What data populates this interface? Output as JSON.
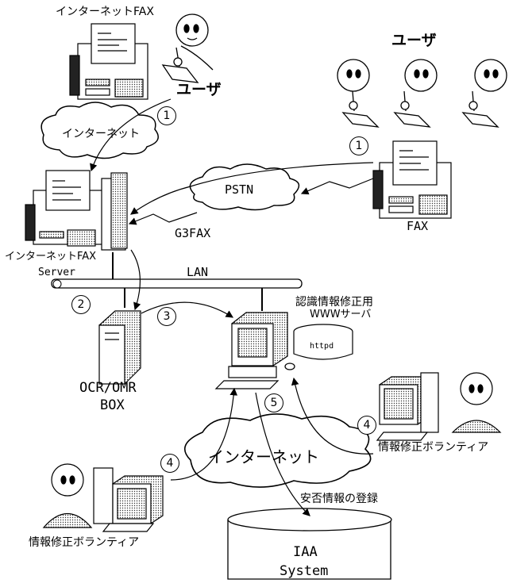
{
  "labels": {
    "internet_fax_top": "インターネットFAX",
    "user_top": "ユーザ",
    "user_right": "ユーザ",
    "internet_top": "インターネット",
    "pstn": "PSTN",
    "g3fax": "G3FAX",
    "fax": "FAX",
    "internet_fax_server_1": "インターネットFAX",
    "internet_fax_server_2": "Server",
    "lan": "LAN",
    "ocr_1": "OCR/OMR",
    "ocr_2": "BOX",
    "www_1": "認識情報修正用",
    "www_2": "WWWサーバ",
    "httpd": "httpd",
    "internet_bottom": "インターネット",
    "volunteer_right": "情報修正ボランティア",
    "volunteer_left": "情報修正ボランティア",
    "anpi": "安否情報の登録",
    "iaa_1": "IAA",
    "iaa_2": "System"
  },
  "steps": {
    "s1a": "1",
    "s1b": "1",
    "s2": "2",
    "s3": "3",
    "s4a": "4",
    "s4b": "4",
    "s5": "5"
  }
}
